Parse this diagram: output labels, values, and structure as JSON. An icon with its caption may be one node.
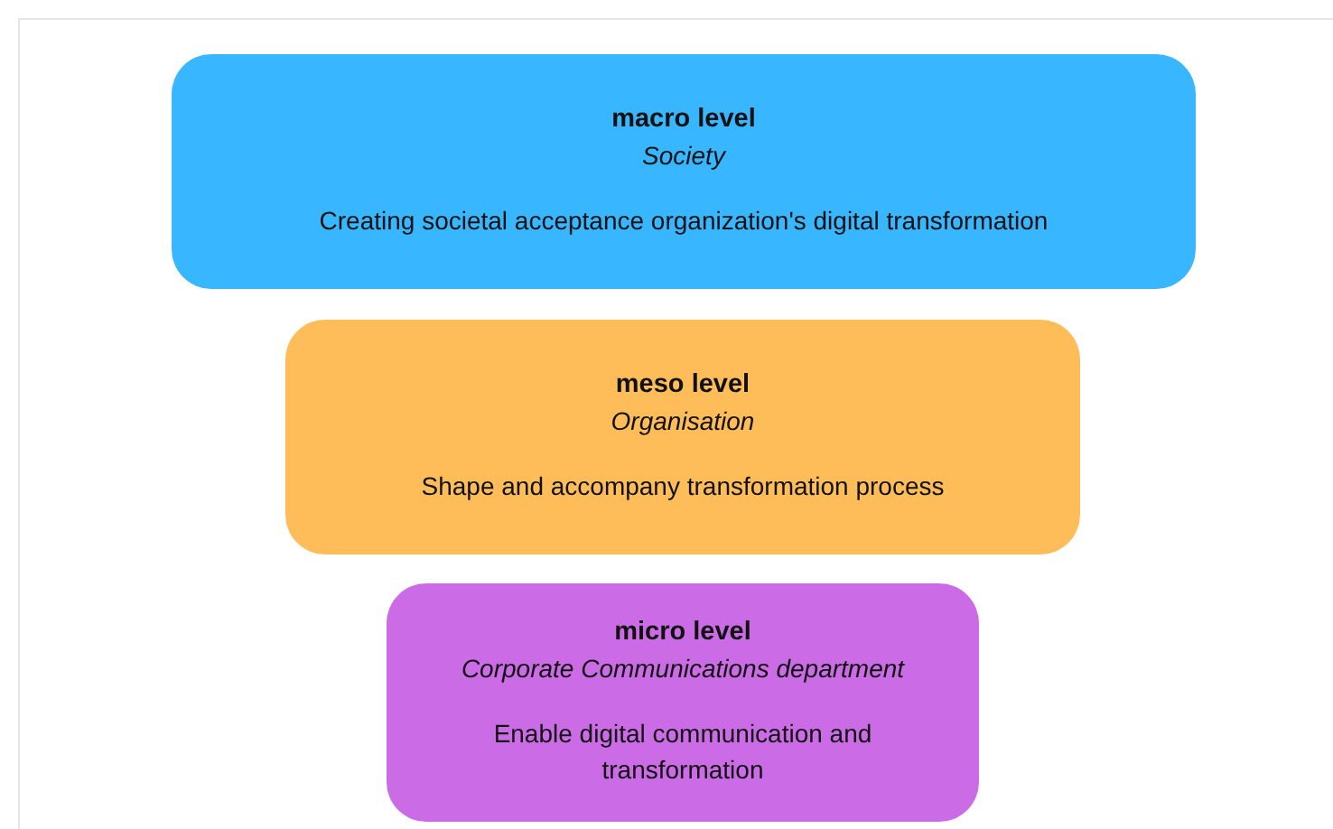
{
  "diagram": {
    "nodes": [
      {
        "text": [
          "macro level",
          "Society",
          "Creating societal acceptance organization's digital transformation"
        ]
      },
      {
        "text": [
          "meso level",
          "Organisation",
          "Shape and accompany transformation process"
        ]
      },
      {
        "text": [
          "micro level",
          "Corporate Communications department",
          "Enable digital communication and transformation"
        ]
      }
    ]
  }
}
